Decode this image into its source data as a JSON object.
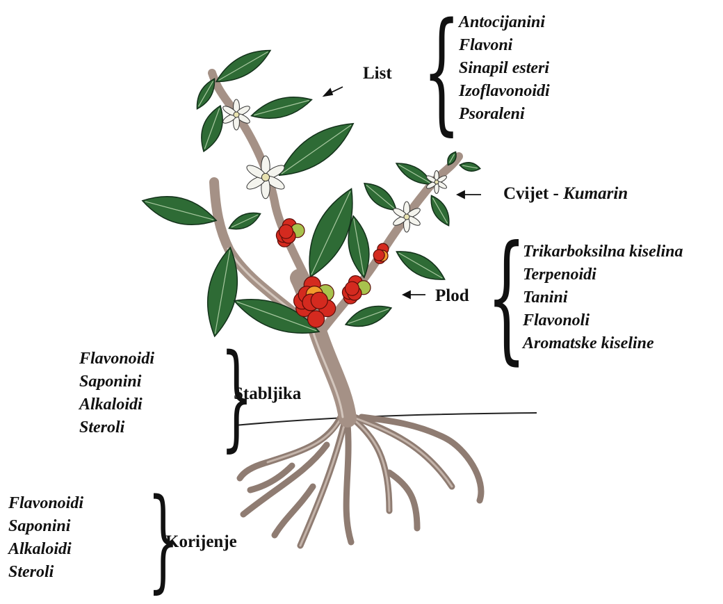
{
  "parts": {
    "leaf": {
      "label": "List",
      "compounds": [
        "Antocijanini",
        "Flavoni",
        "Sinapil esteri",
        "Izoflavonoidi",
        "Psoraleni"
      ]
    },
    "flower": {
      "label": "Cvijet -",
      "compound": "Kumarin"
    },
    "fruit": {
      "label": "Plod",
      "compounds": [
        "Trikarboksilna kiselina",
        "Terpenoidi",
        "Tanini",
        "Flavonoli",
        "Aromatske kiseline"
      ]
    },
    "stem": {
      "label": "Stabljika",
      "compounds": [
        "Flavonoidi",
        "Saponini",
        "Alkaloidi",
        "Steroli"
      ]
    },
    "root": {
      "label": "Korijenje",
      "compounds": [
        "Flavonoidi",
        "Saponini",
        "Alkaloidi",
        "Steroli"
      ]
    }
  },
  "colors": {
    "leaf": "#2e6b35",
    "leaf_vein": "#a9c9a1",
    "stem": "#a59186",
    "berry": "#d42a1f",
    "berry_unripe": "#f29b2c",
    "berry_green": "#a8c24d",
    "flower": "#f4f4ee"
  }
}
